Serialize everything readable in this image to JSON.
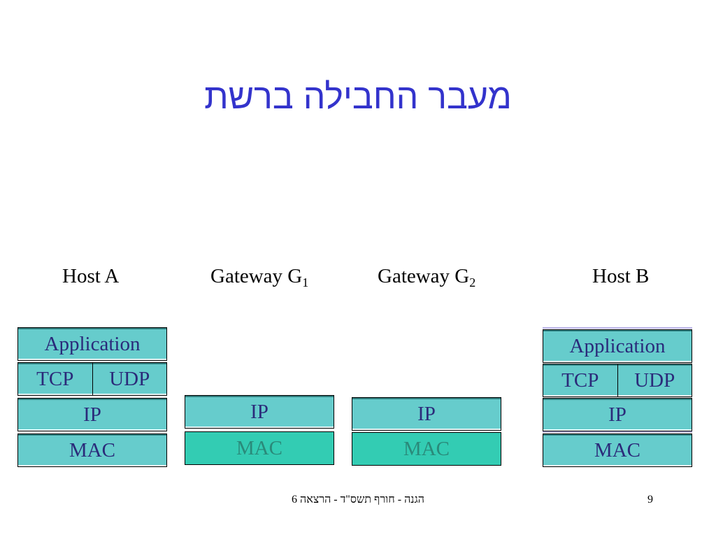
{
  "title": "מעבר החבילה ברשת",
  "hosts": [
    {
      "name": "Host A",
      "sub": ""
    },
    {
      "name": "Gateway G",
      "sub": "1"
    },
    {
      "name": "Gateway G",
      "sub": "2"
    },
    {
      "name": "Host B",
      "sub": ""
    }
  ],
  "layers": {
    "application": "Application",
    "tcp": "TCP",
    "udp": "UDP",
    "ip": "IP",
    "mac": "MAC"
  },
  "colors": {
    "title": "#3333cc",
    "layer_fill": "#66cccc",
    "gateway_mac_fill": "#33ccb3",
    "layer_text": "#2b2b7a"
  },
  "footer": "הגנה - חורף תשס\"ד - הרצאה 6",
  "page_number": "9"
}
